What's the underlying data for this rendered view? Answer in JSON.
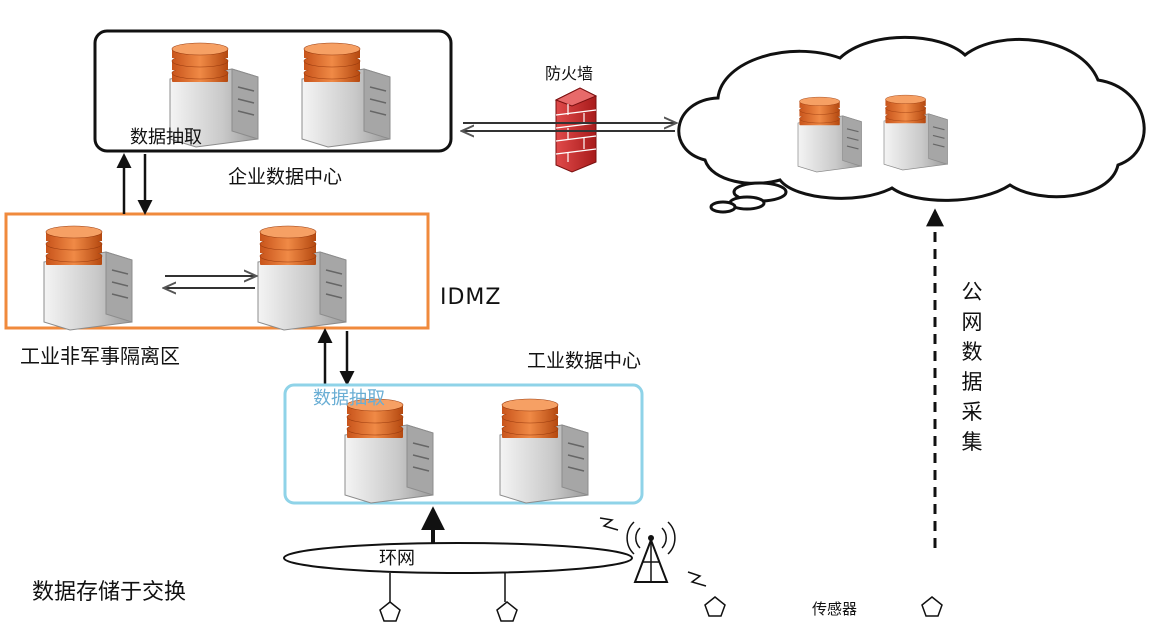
{
  "enterprise": {
    "extract_label": "数据抽取",
    "title": "企业数据中心"
  },
  "firewall": {
    "label": "防火墙"
  },
  "idmz": {
    "label": "IDMZ",
    "zone_label": "工业非军事隔离区"
  },
  "industrial": {
    "title": "工业数据中心",
    "extract_label": "数据抽取"
  },
  "ring": {
    "label": "环网"
  },
  "storage_label": "数据存储于交换",
  "sensor_label": "传感器",
  "public_collection": [
    "公",
    "网",
    "数",
    "据",
    "采",
    "集"
  ],
  "colors": {
    "idmz_border": "#f08a3c",
    "industrial_border": "#8fd3e8",
    "disk": "#e06b2a",
    "firewall": "#c8242a"
  }
}
